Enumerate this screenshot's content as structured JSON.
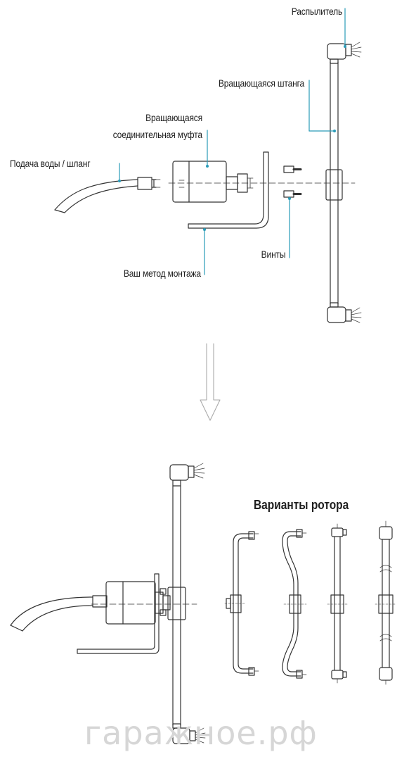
{
  "labels": {
    "sprayer": "Распылитель",
    "rotating_bar": "Вращающаяся штанга",
    "coupling_line1": "Вращающаяся",
    "coupling_line2": "соединительная муфта",
    "water_supply": "Подача воды / шланг",
    "mounting": "Ваш метод монтажа",
    "screws": "Винты"
  },
  "rotor_variants_title": "Варианты ротора",
  "watermark": "гаражное.рф",
  "colors": {
    "line": "#333333",
    "accent": "#2a9bb8",
    "arrow": "#aaaaaa",
    "watermark": "#d6d6d6"
  }
}
